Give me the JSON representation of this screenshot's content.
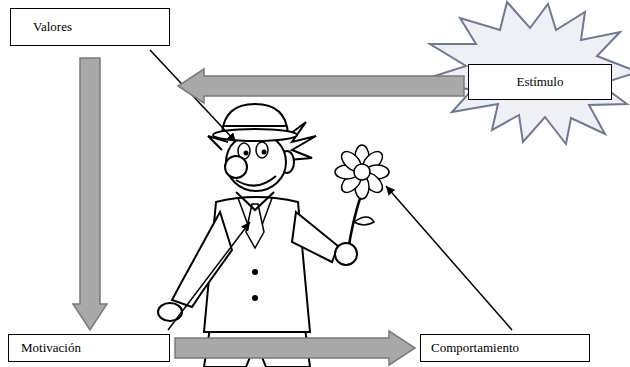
{
  "diagram": {
    "nodes": [
      {
        "text": [
          "Valores"
        ]
      },
      {
        "text": [
          "Estímulo"
        ]
      },
      {
        "text": [
          "Motivación"
        ]
      },
      {
        "text": [
          "Comportamiento"
        ]
      }
    ],
    "edges": [
      {
        "from": 1,
        "to": 0,
        "arrow": "to"
      },
      {
        "from": 0,
        "to": 2,
        "arrow": "to"
      },
      {
        "from": 2,
        "to": 3,
        "arrow": "to"
      }
    ]
  }
}
